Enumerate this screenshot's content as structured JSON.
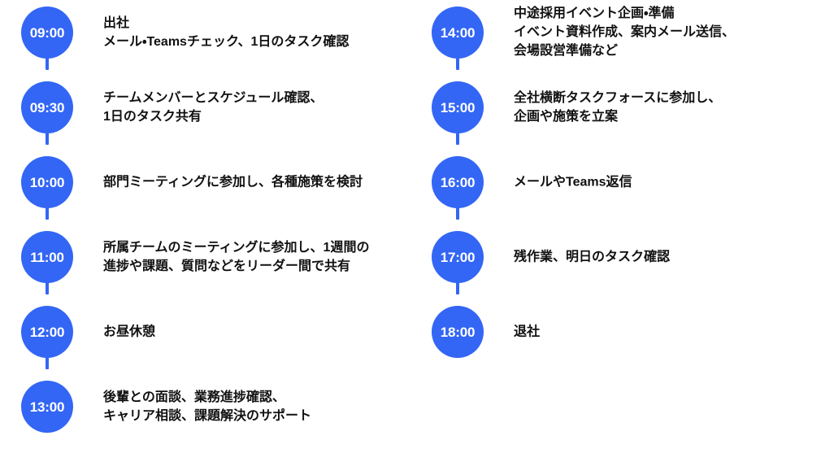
{
  "theme": {
    "background": "#ffffff",
    "marker_color": "#3366f5",
    "marker_text_color": "#ffffff",
    "description_text_color": "#111111",
    "connector_color": "#3366f5"
  },
  "columns": [
    {
      "name": "morning-to-early-afternoon",
      "entries": [
        {
          "time": "09:00",
          "lines": [
            "出社",
            "メール・Teamsチェック、1日のタスク確認"
          ]
        },
        {
          "time": "09:30",
          "lines": [
            "チームメンバーとスケジュール確認、",
            "1日のタスク共有"
          ]
        },
        {
          "time": "10:00",
          "lines": [
            "部門ミーティングに参加し、各種施策を検討"
          ]
        },
        {
          "time": "11:00",
          "lines": [
            "所属チームのミーティングに参加し、1週間の",
            "進捗や課題、質問などをリーダー間で共有"
          ]
        },
        {
          "time": "12:00",
          "lines": [
            "お昼休憩"
          ]
        },
        {
          "time": "13:00",
          "lines": [
            "後輩との面談、業務進捗確認、",
            "キャリア相談、課題解決のサポート"
          ]
        }
      ]
    },
    {
      "name": "afternoon-to-evening",
      "entries": [
        {
          "time": "14:00",
          "lines": [
            "中途採用イベント企画・準備",
            "イベント資料作成、案内メール送信、",
            "会場設営準備など"
          ]
        },
        {
          "time": "15:00",
          "lines": [
            "全社横断タスクフォースに参加し、",
            "企画や施策を立案"
          ]
        },
        {
          "time": "16:00",
          "lines": [
            "メールやTeams返信"
          ]
        },
        {
          "time": "17:00",
          "lines": [
            "残作業、明日のタスク確認"
          ]
        },
        {
          "time": "18:00",
          "lines": [
            "退社"
          ]
        }
      ]
    }
  ]
}
